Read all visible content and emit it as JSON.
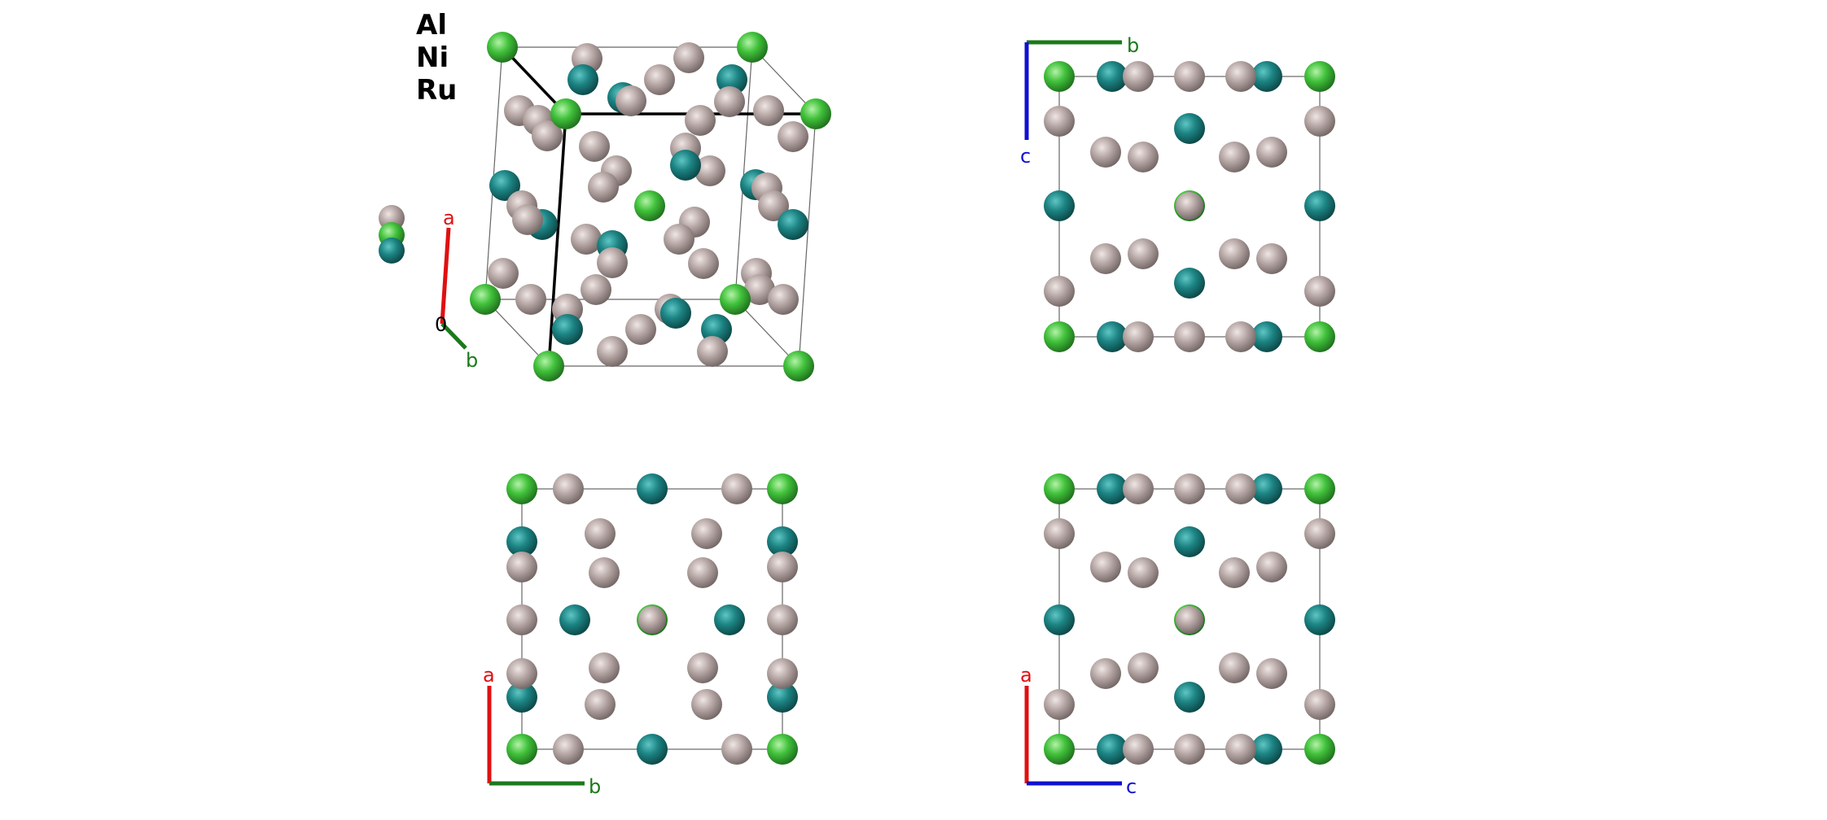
{
  "legend": {
    "elements": [
      "Al",
      "Ni",
      "Ru"
    ]
  },
  "colors": {
    "Al": "#b5a6a4",
    "Ni": "#1f8a8a",
    "Ru": "#3fc43f",
    "axis_a": "#e01010",
    "axis_b": "#1a7a1a",
    "axis_c": "#1010d0",
    "cell_line": "#555555"
  },
  "views": {
    "perspective": {
      "axes": {
        "origin": "0",
        "a": "a",
        "b": "b"
      }
    },
    "view_bc": {
      "axes": {
        "h": "b",
        "v": "c"
      }
    },
    "view_ab": {
      "axes": {
        "h": "b",
        "v": "a"
      }
    },
    "view_ac": {
      "axes": {
        "h": "c",
        "v": "a"
      }
    }
  }
}
